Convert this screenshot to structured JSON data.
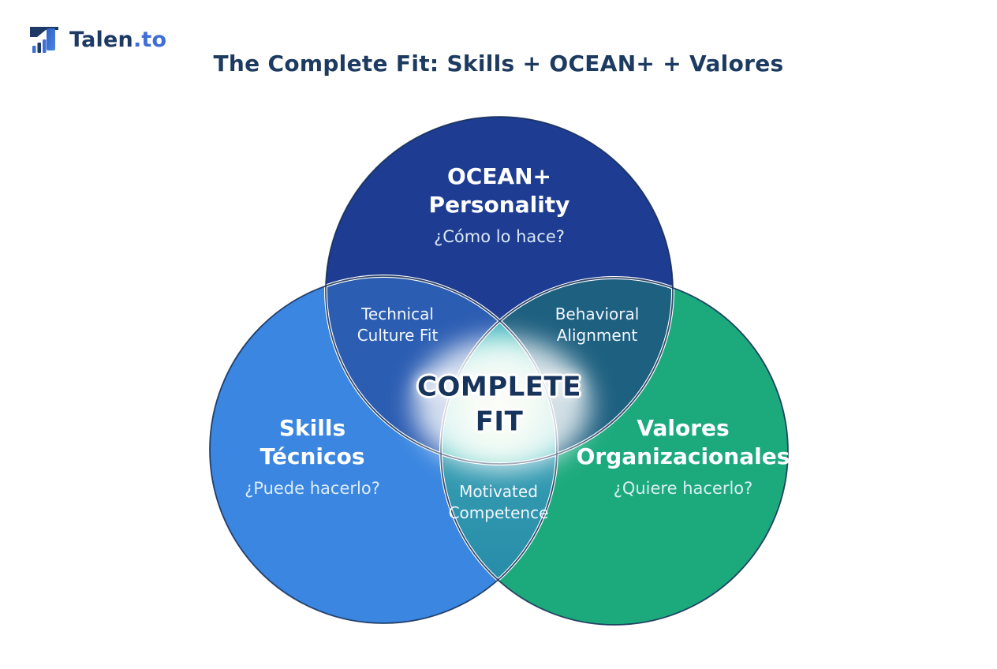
{
  "logo": {
    "brand_primary": "Talen",
    "brand_suffix": ".to"
  },
  "header": {
    "title": "The Complete Fit: Skills + OCEAN+ + Valores"
  },
  "diagram": {
    "type": "venn-3",
    "circles": [
      {
        "id": "ocean",
        "title": "OCEAN+\nPersonality",
        "subtitle": "¿Cómo lo hace?",
        "color": "#1e3d92"
      },
      {
        "id": "skills",
        "title": "Skills\nTécnicos",
        "subtitle": "¿Puede hacerlo?",
        "color": "#3a86e0"
      },
      {
        "id": "valores",
        "title": "Valores\nOrganizacionales",
        "subtitle": "¿Quiere hacerlo?",
        "color": "#1caa7d"
      }
    ],
    "intersections": [
      {
        "id": "skills-ocean",
        "label": "Technical\nCulture Fit",
        "color": "#2b5db2"
      },
      {
        "id": "ocean-valores",
        "label": "Behavioral\nAlignment",
        "color": "#1e6080"
      },
      {
        "id": "skills-valores",
        "label": "Motivated\nCompetence",
        "color": "#2b90aa"
      }
    ],
    "center": {
      "label": "COMPLETE\nFIT",
      "text_color": "#16345c",
      "glow_color": "#f2f8d8"
    }
  }
}
